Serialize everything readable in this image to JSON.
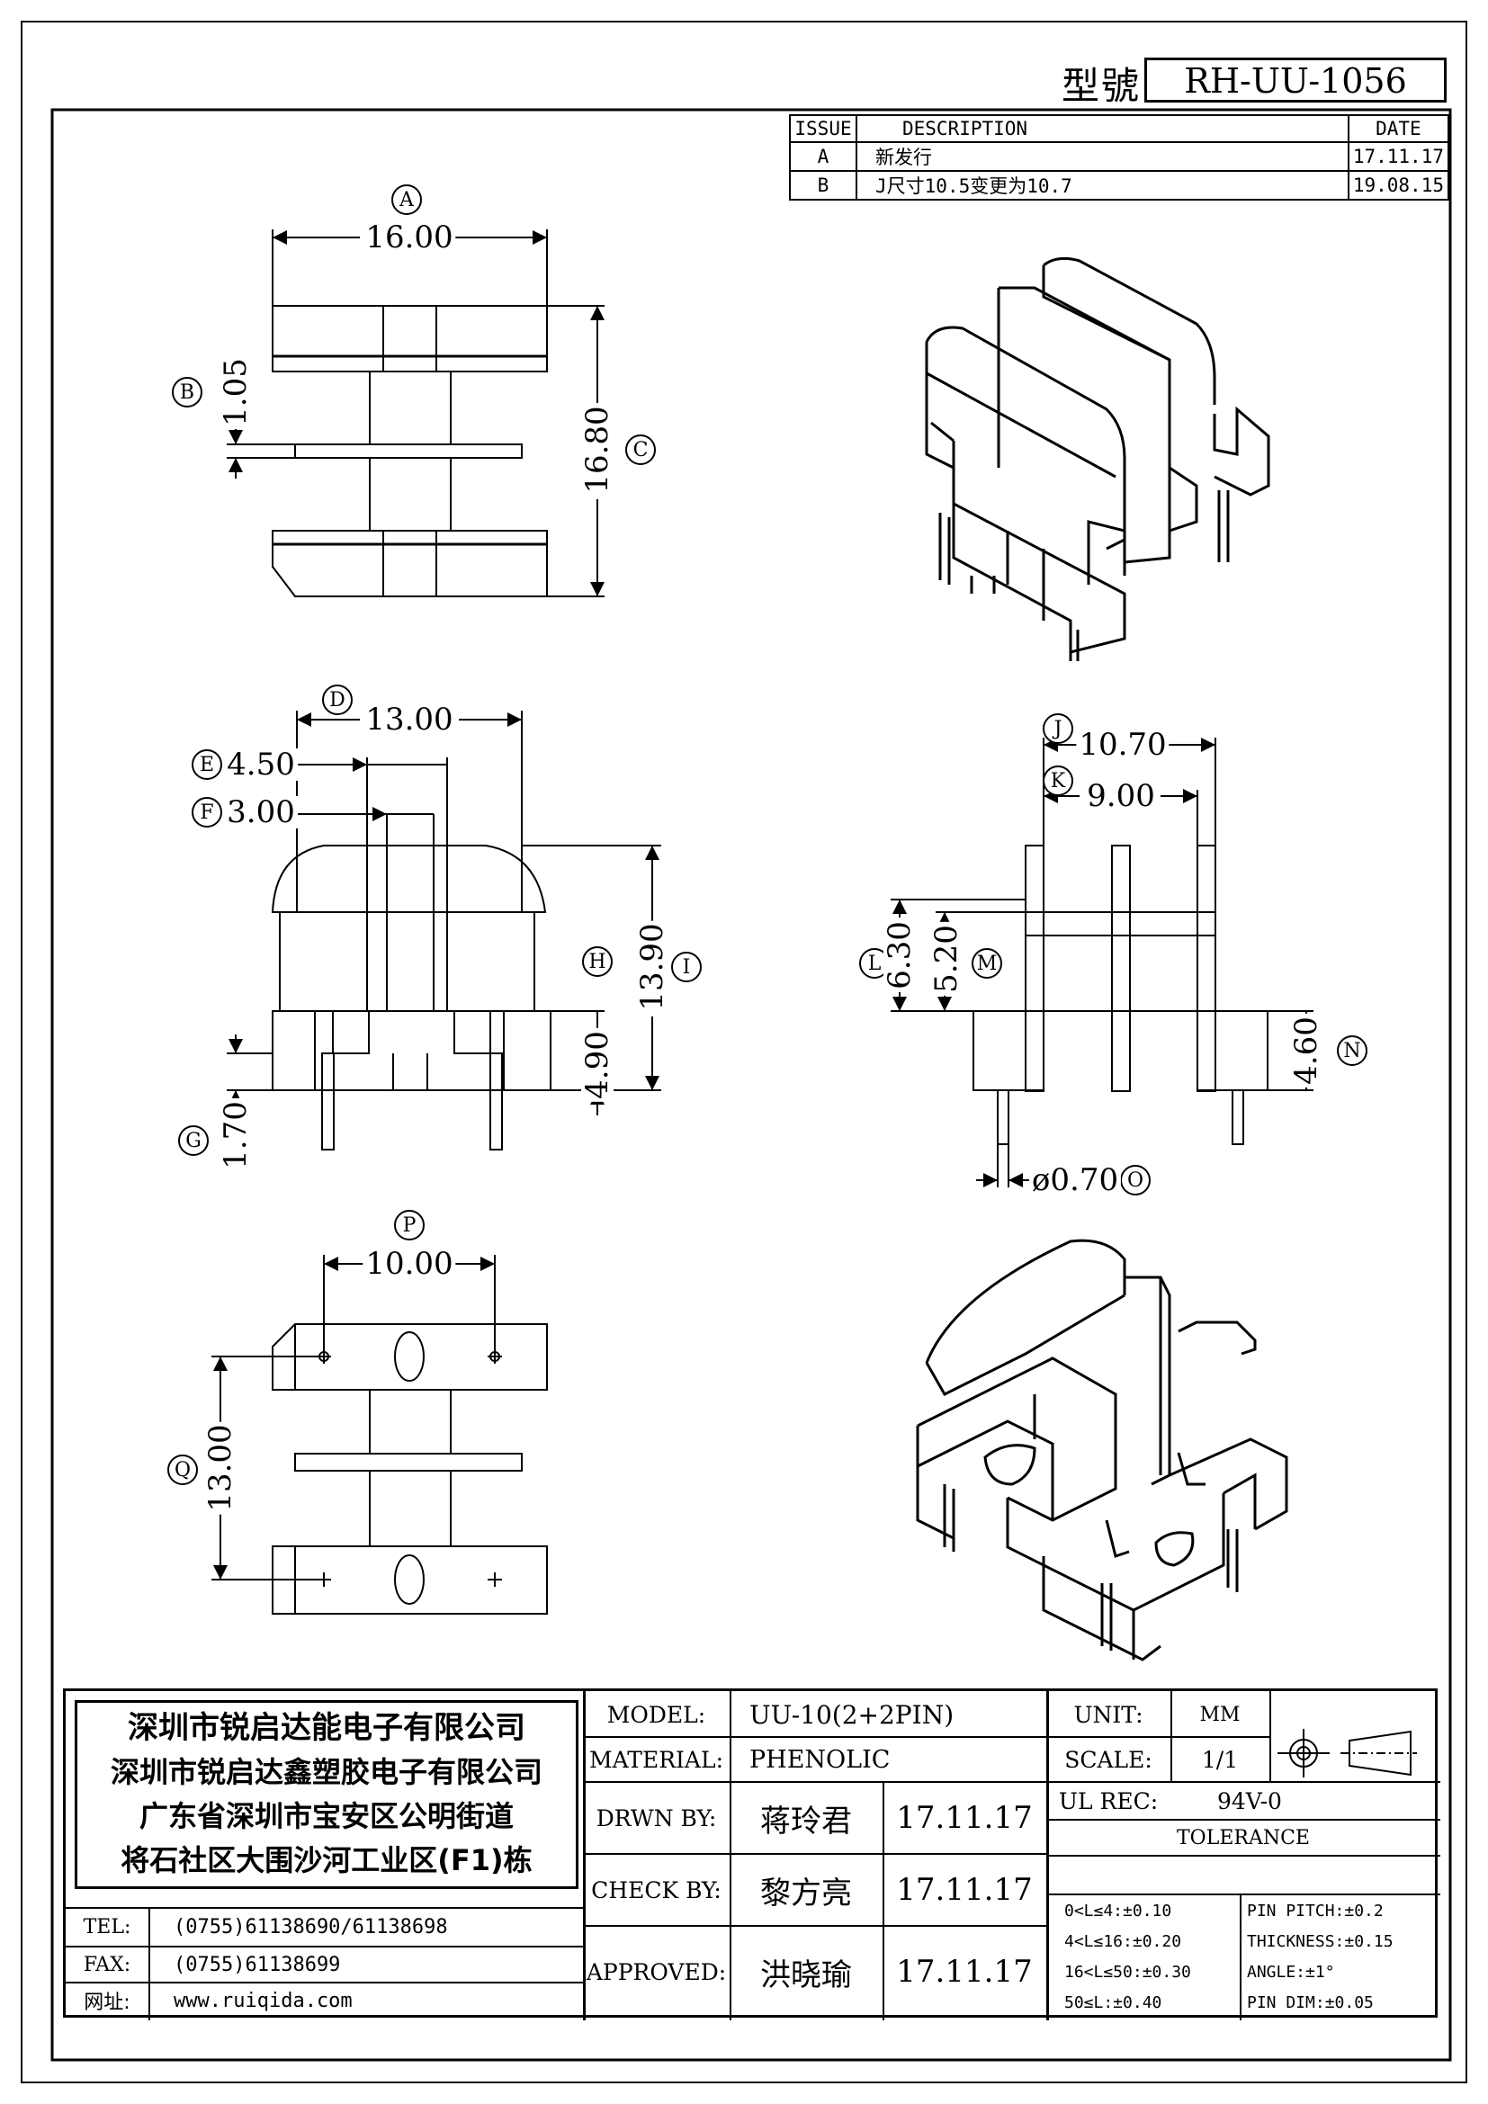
{
  "header": {
    "model_label": "型號",
    "model_number": "RH-UU-1056"
  },
  "revisions": {
    "columns": [
      "ISSUE",
      "DESCRIPTION",
      "DATE"
    ],
    "rows": [
      {
        "issue": "A",
        "description": "新发行",
        "date": "17.11.17"
      },
      {
        "issue": "B",
        "description": "J尺寸10.5变更为10.7",
        "date": "19.08.15"
      }
    ]
  },
  "dims": {
    "A": {
      "letter": "A",
      "value": "16.00"
    },
    "B": {
      "letter": "B",
      "value": "1.05"
    },
    "C": {
      "letter": "C",
      "value": "16.80"
    },
    "D": {
      "letter": "D",
      "value": "13.00"
    },
    "E": {
      "letter": "E",
      "value": "4.50"
    },
    "F": {
      "letter": "F",
      "value": "3.00"
    },
    "G": {
      "letter": "G",
      "value": "1.70"
    },
    "H": {
      "letter": "H",
      "value": "4.90"
    },
    "I": {
      "letter": "I",
      "value": "13.90"
    },
    "J": {
      "letter": "J",
      "value": "10.70"
    },
    "K": {
      "letter": "K",
      "value": "9.00"
    },
    "L": {
      "letter": "L",
      "value": "6.30"
    },
    "M": {
      "letter": "M",
      "value": "5.20"
    },
    "N": {
      "letter": "N",
      "value": "4.60"
    },
    "O": {
      "letter": "O",
      "value": "ø0.70"
    },
    "P": {
      "letter": "P",
      "value": "10.00"
    },
    "Q": {
      "letter": "Q",
      "value": "13.00"
    }
  },
  "company": {
    "lines": [
      "深圳市锐启达能电子有限公司",
      "深圳市锐启达鑫塑胶电子有限公司",
      "广东省深圳市宝安区公明街道",
      "将石社区大围沙河工业区(F1)栋"
    ],
    "tel_label": "TEL:",
    "tel": "(0755)61138690/61138698",
    "fax_label": "FAX:",
    "fax": "(0755)61138699",
    "web_label": "网址:",
    "web": "www.ruiqida.com"
  },
  "spec": {
    "model_label": "MODEL:",
    "model": "UU-10(2+2PIN)",
    "material_label": "MATERIAL:",
    "material": "PHENOLIC",
    "drawn_label": "DRWN BY:",
    "drawn_by": "蒋玲君",
    "drawn_date": "17.11.17",
    "check_label": "CHECK BY:",
    "check_by": "黎方亮",
    "check_date": "17.11.17",
    "approved_label": "APPROVED:",
    "approved_by": "洪晓瑜",
    "approved_date": "17.11.17",
    "unit_label": "UNIT:",
    "unit": "MM",
    "scale_label": "SCALE:",
    "scale": "1/1",
    "ul_label": "UL REC:",
    "ul": "94V-0",
    "tolerance_title": "TOLERANCE",
    "tol_left": [
      "0<L≤4:±0.10",
      "4<L≤16:±0.20",
      "16<L≤50:±0.30",
      "50≤L:±0.40"
    ],
    "tol_right": [
      "PIN PITCH:±0.2",
      "THICKNESS:±0.15",
      "ANGLE:±1°",
      "PIN DIM:±0.05"
    ]
  }
}
